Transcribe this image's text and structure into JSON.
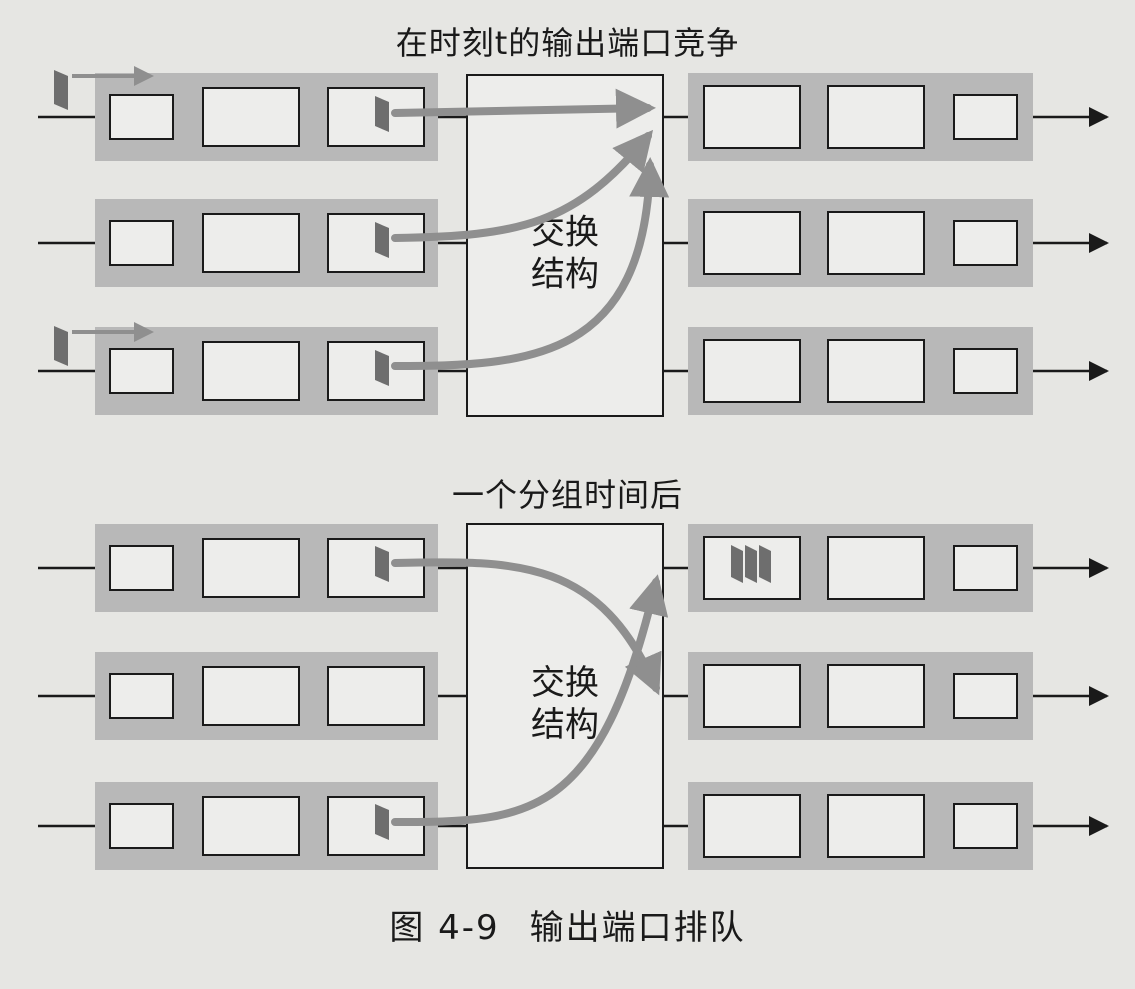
{
  "top_title": "在时刻t的输出端口竞争",
  "bottom_title": "一个分组时间后",
  "fabric": {
    "line1": "交换",
    "line2": "结构"
  },
  "caption": {
    "number": "图 4-9",
    "text": "输出端口排队"
  },
  "colors": {
    "background": "#e6e6e3",
    "port_fill": "#b8b8b8",
    "queue_fill": "#ededeb",
    "packet": "#6e6e6e",
    "arrow": "#8f8f8f",
    "line": "#1a1a1a"
  }
}
